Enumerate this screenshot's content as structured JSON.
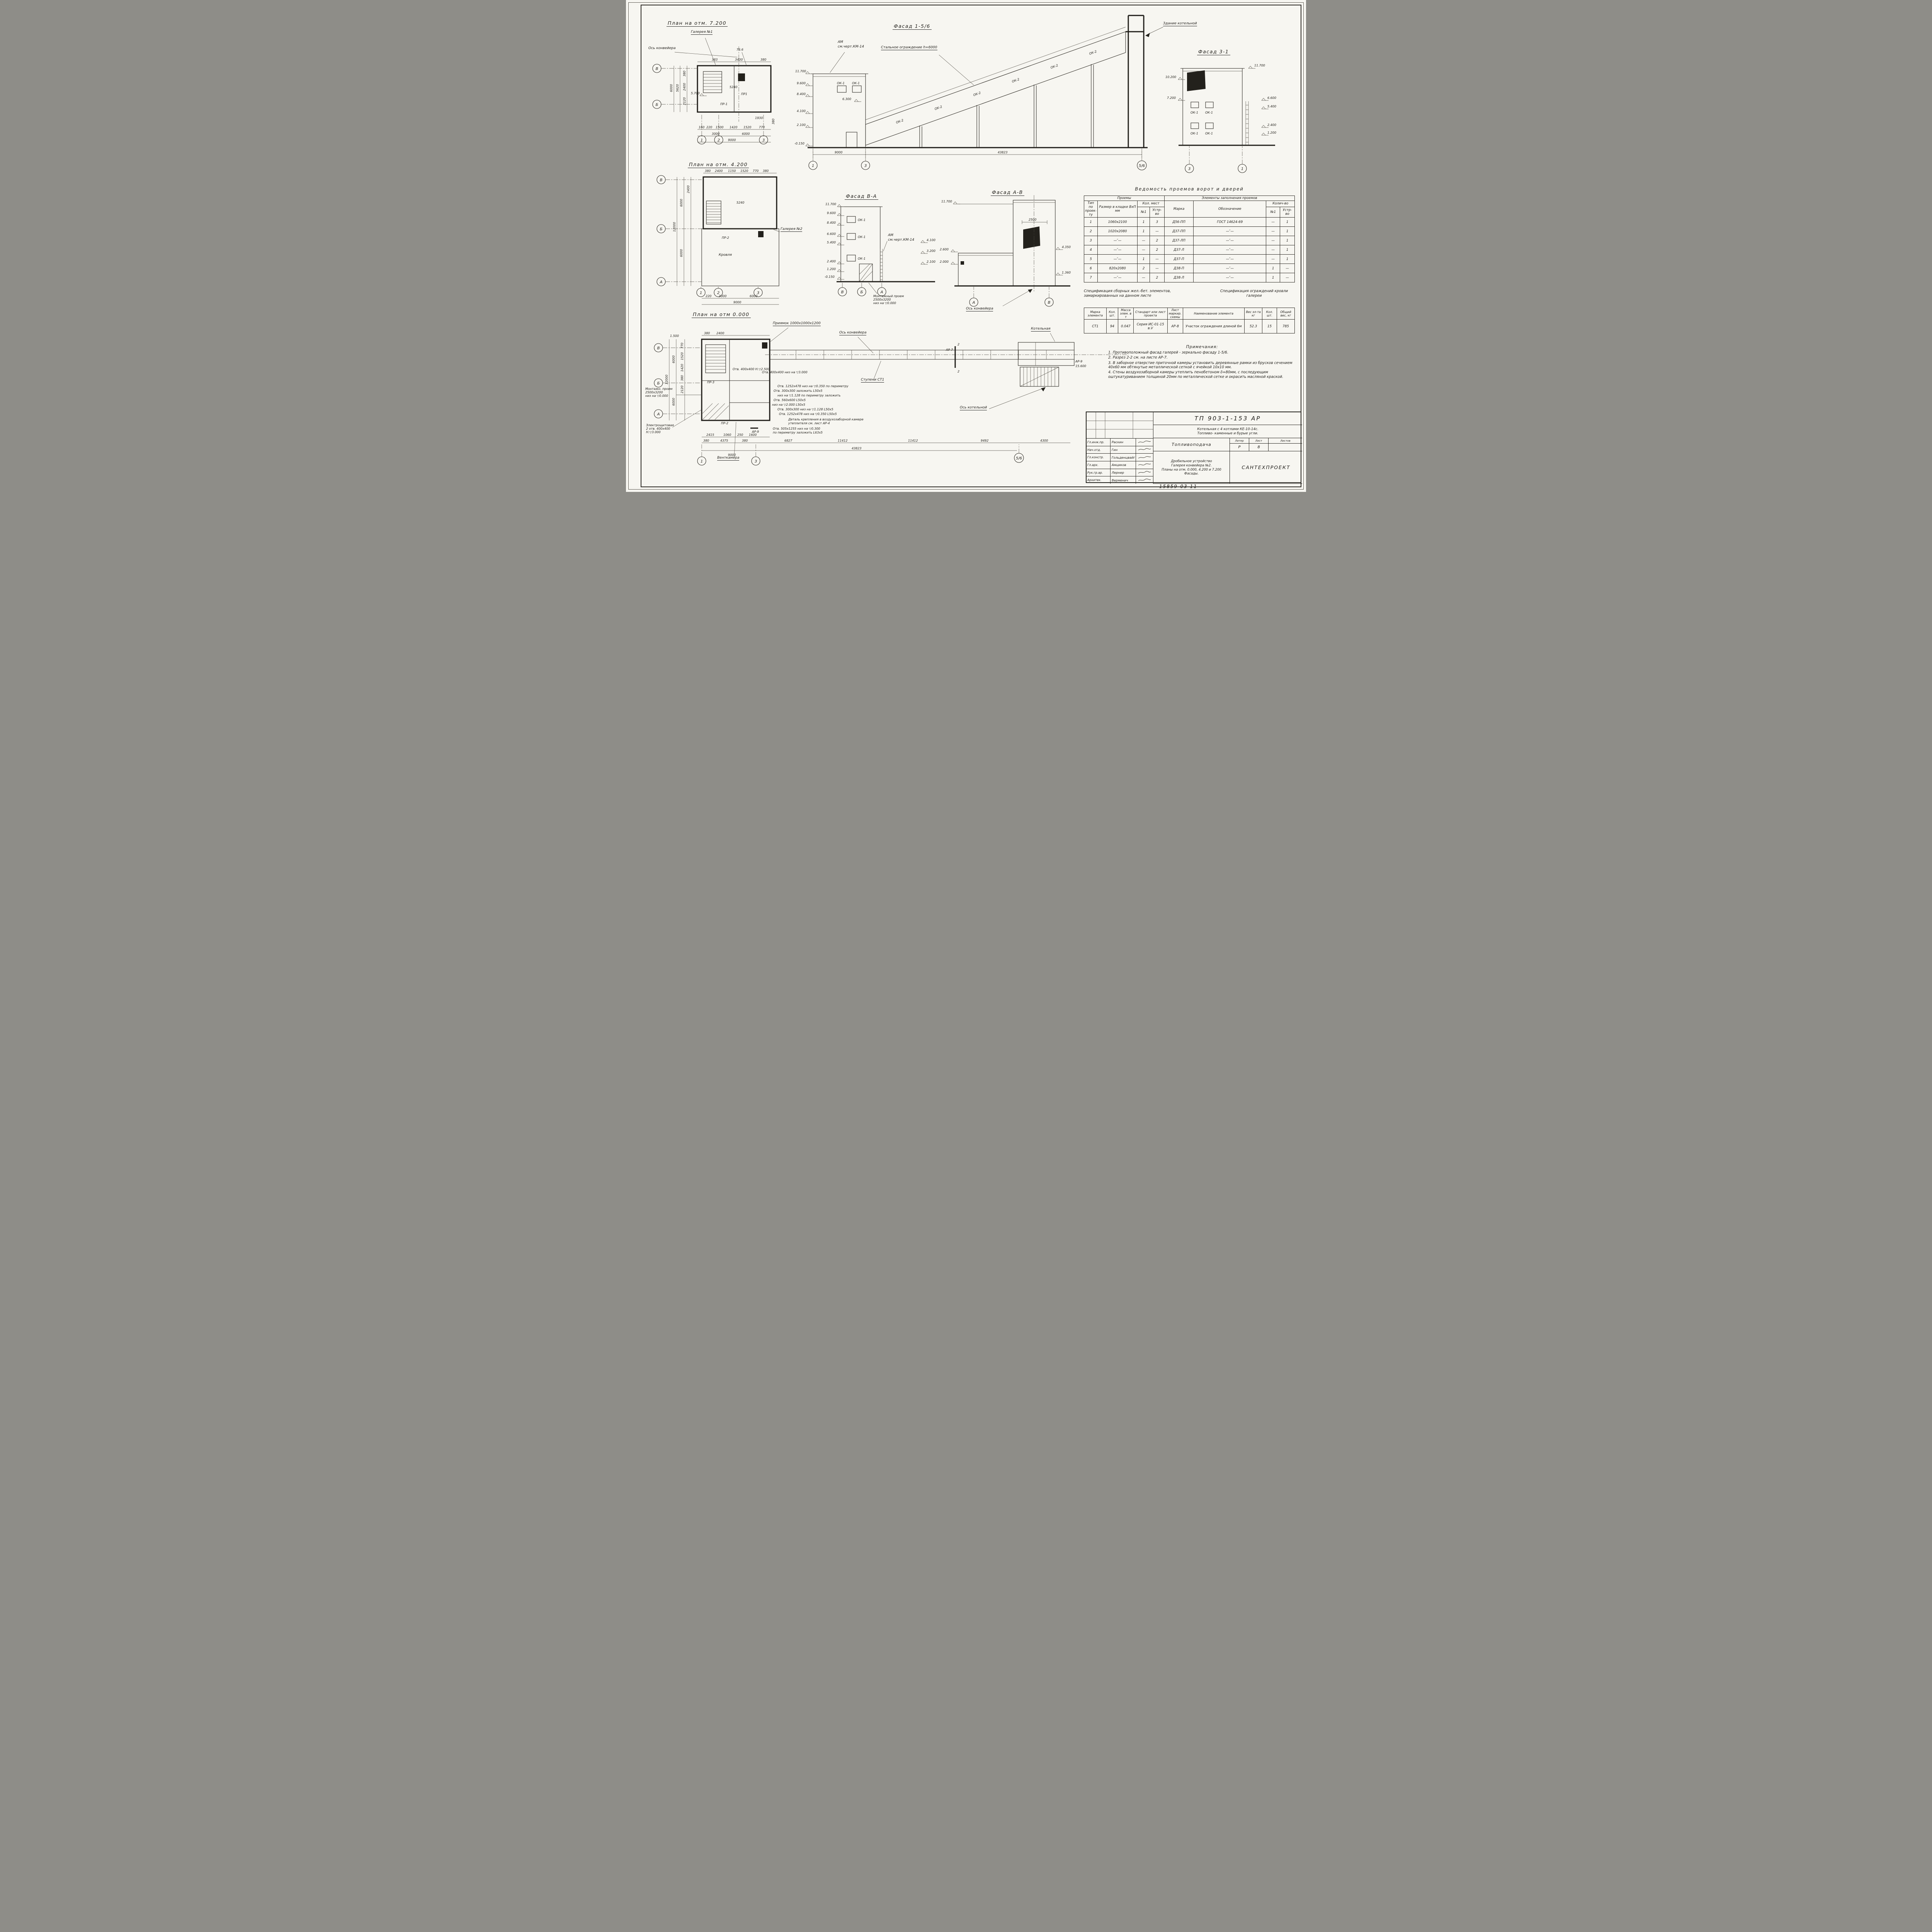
{
  "doc": {
    "stamp": "15859-03  11"
  },
  "plan72": {
    "title": "План на отм. 7.200",
    "gallery": "Галерея №1",
    "axis_note": "Ось конвейера",
    "n766": "76.6",
    "m5700": "5.700",
    "n5240": "5240",
    "pr1a": "ПР1",
    "pr1b": "ПР-1",
    "d1930": "1930",
    "d380r": "380",
    "rows": [
      "В",
      "Б"
    ],
    "cols": [
      "1",
      "2",
      "3"
    ],
    "dt": [
      "383",
      "3400",
      "380"
    ],
    "dl": [
      "380",
      "2400",
      "2120",
      "5620",
      "6000"
    ],
    "db": [
      "160",
      "220",
      "1500",
      "1420",
      "1520",
      "770"
    ],
    "db2": [
      "3000",
      "6000"
    ],
    "db3": "9000"
  },
  "f156": {
    "title": "Фасад 1-5/6",
    "am1": "АМ",
    "am2": "см.черт.КМ-14",
    "fence": "Стальное ограждение h=6000",
    "boiler": "Здание котельной",
    "ev": [
      "11.700",
      "9.600",
      "8.400",
      "6.300",
      "4.100",
      "2.100",
      "-0.150"
    ],
    "ok1": "ОК-1",
    "ok2": "ОК-2",
    "d1": "9000",
    "d2": "43823",
    "ax": [
      "1",
      "3",
      "5/6"
    ]
  },
  "f31": {
    "title": "Фасад 3-1",
    "evl": [
      "10.200",
      "7.200"
    ],
    "evr": [
      "11.700",
      "6.600",
      "5.400",
      "2.400",
      "1.200"
    ],
    "ok1": "ОК-1",
    "ax": [
      "3",
      "1"
    ]
  },
  "plan42": {
    "title": "План на отм. 4.200",
    "gallery": "Галерея №2",
    "roof": "Кровля",
    "pr2": "ПР-2",
    "n5240": "5240",
    "rows": [
      "В",
      "Б",
      "А"
    ],
    "cols": [
      "1",
      "2",
      "3"
    ],
    "dt": [
      "380",
      "2400",
      "1150",
      "1520",
      "770",
      "380"
    ],
    "dl": [
      "2400",
      "6000",
      "12000",
      "6000"
    ],
    "db": [
      "220",
      "3000",
      "6000"
    ],
    "db2": "9000"
  },
  "fVA": {
    "title": "Фасад В-А",
    "ev": [
      "11.700",
      "9.600",
      "8.400",
      "6.600",
      "5.400",
      "2.400",
      "1.200",
      "-0.150"
    ],
    "evr": [
      "4.100",
      "3.200",
      "2.100"
    ],
    "ok1": "ОК-1",
    "am1": "АМ",
    "am2": "см.черт.КМ-14",
    "mont": "Монтажный проем\n2500х3200\nниз на ▽0.000",
    "ax": [
      "В",
      "Б",
      "А"
    ]
  },
  "fAV": {
    "title": "Фасад А-В",
    "evl": [
      "11.700",
      "2.600",
      "2.000"
    ],
    "evr": [
      "4.350",
      "1.360"
    ],
    "d2500": "2500",
    "axis_note": "Ось конвейера",
    "ax": [
      "А",
      "В"
    ]
  },
  "ved": {
    "title": "Ведомость  проемов  ворот  и  дверей",
    "g1": "Проемы",
    "g2": "Элементы заполнения проемов",
    "c_tip": "Тип по проек-ту",
    "c_size": "Размер в кладке ВхП мм",
    "c_mest": "Кол. мест",
    "c_n1": "№1",
    "c_ustr": "Устр-во",
    "c_marka": "Марка",
    "c_oboz": "Обозначение",
    "c_kol": "Колич-во",
    "rows": [
      {
        "t": "1",
        "s": "1060х2100",
        "a": "1",
        "b": "3",
        "m": "Д56-ПП",
        "o": "ГОСТ 14624-69",
        "k1": "—",
        "k2": "1"
      },
      {
        "t": "2",
        "s": "1020х2080",
        "a": "1",
        "b": "—",
        "m": "Д37-ПП",
        "o": "—″—",
        "k1": "—",
        "k2": "1"
      },
      {
        "t": "3",
        "s": "—″—",
        "a": "—",
        "b": "2",
        "m": "Д37-ЛП",
        "o": "—″—",
        "k1": "—",
        "k2": "1"
      },
      {
        "t": "4",
        "s": "—″—",
        "a": "—",
        "b": "2",
        "m": "Д37-Л",
        "o": "—″—",
        "k1": "—",
        "k2": "1"
      },
      {
        "t": "5",
        "s": "—″—",
        "a": "1",
        "b": "—",
        "m": "Д37-П",
        "o": "—″—",
        "k1": "—",
        "k2": "1"
      },
      {
        "t": "6",
        "s": "820х2080",
        "a": "2",
        "b": "—",
        "m": "Д38-П",
        "o": "—″—",
        "k1": "1",
        "k2": "—"
      },
      {
        "t": "7",
        "s": "—″—",
        "a": "—",
        "b": "2",
        "m": "Д38-Л",
        "o": "—″—",
        "k1": "1",
        "k2": "—"
      }
    ]
  },
  "spec": {
    "tl": "Спецификация сборных жел.-бет. элементов, замаркированных на данном листе",
    "tr": "Спецификация ограждений кровли галереи",
    "h": [
      "Марка элемента",
      "Кол. шт.",
      "Масса элем. в т",
      "Стандарт или лист проекта",
      "Лист маркир. схемы",
      "Наименование элемента",
      "Вес эл-та кг",
      "Кол. шт.",
      "Общий вес, кг"
    ],
    "row": [
      "СТ1",
      "94",
      "0.047",
      "Серия ИС-01-15 в.V",
      "АР-8",
      "Участок ограждения длиной 6м",
      "52.3",
      "15",
      "785"
    ]
  },
  "plan00": {
    "title": "План на отм 0.000",
    "priyamok": "Приямок 1000х1000х1200",
    "axis_conv": "Ось конвейера",
    "boiler": "Котельная",
    "axis_boiler": "Ось котельной",
    "steps": "Ступени СТ1",
    "vent": "Венткамера",
    "electro": "Электрощитовая\n2 отв. 400х400\nН.▽3.000",
    "mont": "Монтажн. проем\n2500х3200\nниз на ▽0.000",
    "pr2": "ПР-2",
    "pr3": "ПР-3",
    "sec2": "2",
    "secAr7": "АР-7",
    "secAr9": "АР-9",
    "m15600": "15.600",
    "notes": [
      "Отв. 400х400 Н.▽2.500",
      "Отв. 400х400 низ на ▽3.000",
      "Отв. 1252х478 низ на ▽0.350 по периметру",
      "Отв. 300х300 заложить L50х5",
      "низ на ▽1.128 по периметру заложить",
      "Отв. 560х600 L50х5",
      "низ на ▽2.000 L50х5",
      "Отв. 300х300 низ на ▽1.128 L50х5",
      "Отв. 1252х478 низ на ▽0.350 L50х5",
      "Деталь крепления в воздухозаборной камере",
      "утеплителя см. лист АР-4",
      "Отв. 505х1255 низ на ▽0.300",
      "по периметру заложить L63х5"
    ],
    "rows": [
      "В",
      "Б",
      "А"
    ],
    "cols": [
      "1",
      "3",
      "5/6"
    ],
    "db": [
      "380",
      "4375",
      "380",
      "6827",
      "11412",
      "11412",
      "9492",
      "4300"
    ],
    "dtotal": "43823",
    "db2": [
      "2415",
      "1060",
      "250",
      "1600"
    ],
    "d9000": "9000",
    "dt": [
      "380",
      "2400",
      "1.500"
    ],
    "dl": [
      "770",
      "1520",
      "1420",
      "380",
      "2120",
      "6000",
      "12000",
      "6000"
    ]
  },
  "notes": {
    "title": "Примечания:",
    "items": [
      "1. Противоположный фасад галерей - зеркально фасаду 1-5/6.",
      "2. Разрез 2-2 см. на листе АР-7.",
      "3. В заборное отверстие приточной камеры установить деревянные рамки из брусков сечением 40х60 мм обтянутые металлической сеткой с ячейкой 10х10 мм.",
      "4. Стены воздухозаборной камеры утеплить пенобетоном δ=80мм, с последующим оштукатуриванием толщиной 20мм по металлической сетке и окрасить масляной краской."
    ]
  },
  "tb": {
    "num": "ТП 903-1-153   АР",
    "obj": "Котельная с 4 котлами КЕ-10-14с.\nТопливо- каменные и бурые угли.",
    "sheet": "Топливоподача",
    "dwg": "Дробильное устройство\nГалерея конвейера №2.\nПланы на отм. 0.000, 4.200 и 7.200\nФасады.",
    "org": "САНТЕХПРОЕКТ",
    "lit_l": "Литер",
    "lit": "Р",
    "list_l": "Лист",
    "list": "8",
    "listov_l": "Листов",
    "listov": "",
    "roles": [
      {
        "r": "Гл.инж.пр.",
        "n": "Раскин"
      },
      {
        "r": "Нач.отд.",
        "n": "Гин"
      },
      {
        "r": "Гл.констр.",
        "n": "Гольденцвайг"
      },
      {
        "r": "Гл.арх.",
        "n": "Амциков"
      },
      {
        "r": "Рук.гр.ар.",
        "n": "Лернер"
      },
      {
        "r": "Архитек.",
        "n": "Верменич"
      }
    ]
  }
}
